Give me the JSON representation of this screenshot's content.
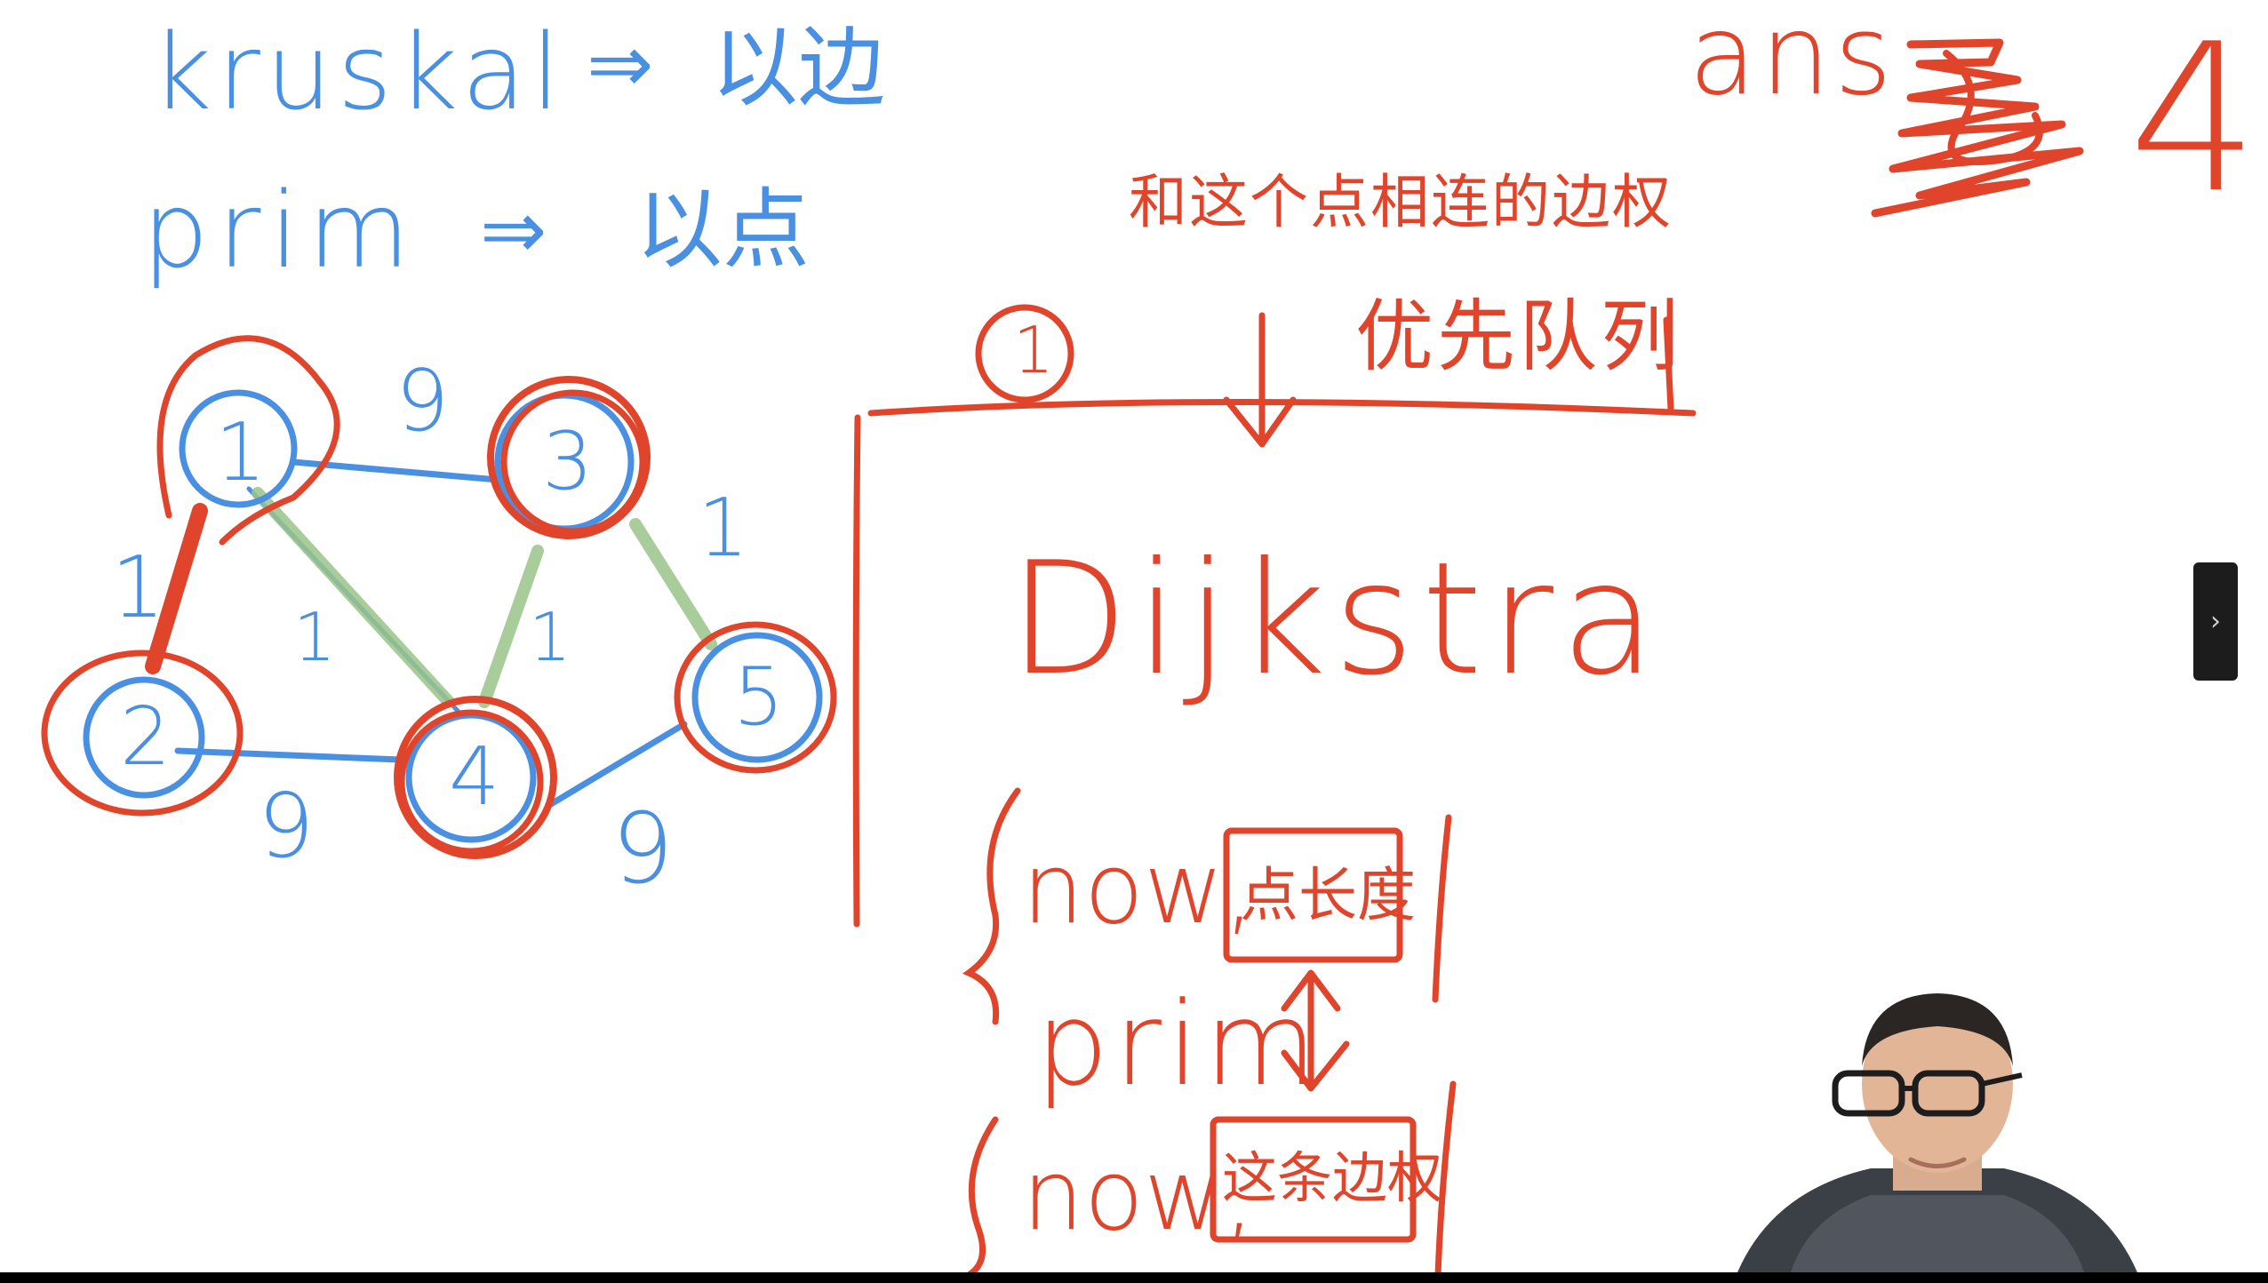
{
  "whiteboard": {
    "top_left": {
      "kruskal_label": "kruskal",
      "kruskal_arrow": "⇒",
      "kruskal_note": "以边",
      "prim_label": "prim",
      "prim_arrow": "⇒",
      "prim_note": "以点"
    },
    "answer": {
      "label": "ans",
      "value": "4"
    },
    "graph": {
      "nodes": [
        "1",
        "2",
        "3",
        "4",
        "5"
      ],
      "edge_weights": [
        "9",
        "1",
        "1",
        "1",
        "1",
        "9",
        "9"
      ]
    },
    "right_panel": {
      "header_note": "和这个点相连的边权",
      "start_node": "1",
      "queue_label": "优先队列",
      "algorithm": "Dijkstra",
      "dijkstra_pair_first": "now,",
      "dijkstra_pair_second": "点长度",
      "prim_label": "prim",
      "prim_arrow": "↕",
      "prim_pair_first": "now,",
      "prim_pair_second": "这条边权"
    }
  },
  "controls": {
    "side_tab_icon": "›"
  },
  "colors": {
    "blue_ink": "#4a90e2",
    "red_ink": "#e0442b",
    "green_ink": "#9bc48a",
    "background": "#ffffff"
  }
}
